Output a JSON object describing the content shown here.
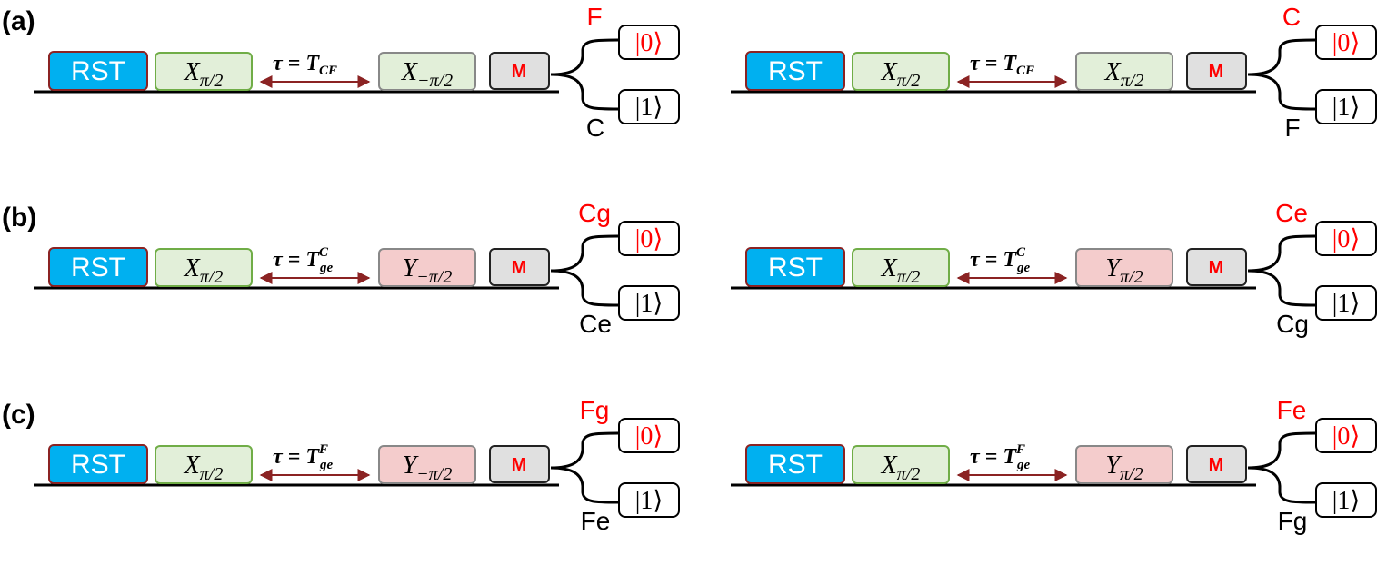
{
  "panels": [
    {
      "label": "(a)",
      "circuits": [
        {
          "rst": "RST",
          "first_gate": {
            "base": "X",
            "sub": "π/2"
          },
          "tau": {
            "base": "τ = T",
            "sub": "CF",
            "sup": ""
          },
          "second_gate": {
            "base": "X",
            "sub": "−π/2",
            "kind": "X"
          },
          "measure": "M",
          "ket0": "|0⟩",
          "ket1": "|1⟩",
          "top_out": "F",
          "bottom_out": "C"
        },
        {
          "rst": "RST",
          "first_gate": {
            "base": "X",
            "sub": "π/2"
          },
          "tau": {
            "base": "τ = T",
            "sub": "CF",
            "sup": ""
          },
          "second_gate": {
            "base": "X",
            "sub": "π/2",
            "kind": "X"
          },
          "measure": "M",
          "ket0": "|0⟩",
          "ket1": "|1⟩",
          "top_out": "C",
          "bottom_out": "F"
        }
      ]
    },
    {
      "label": "(b)",
      "circuits": [
        {
          "rst": "RST",
          "first_gate": {
            "base": "X",
            "sub": "π/2"
          },
          "tau": {
            "base": "τ = T",
            "sub": "ge",
            "sup": "C"
          },
          "second_gate": {
            "base": "Y",
            "sub": "−π/2",
            "kind": "Y"
          },
          "measure": "M",
          "ket0": "|0⟩",
          "ket1": "|1⟩",
          "top_out": "Cg",
          "bottom_out": "Ce"
        },
        {
          "rst": "RST",
          "first_gate": {
            "base": "X",
            "sub": "π/2"
          },
          "tau": {
            "base": "τ = T",
            "sub": "ge",
            "sup": "C"
          },
          "second_gate": {
            "base": "Y",
            "sub": "π/2",
            "kind": "Y"
          },
          "measure": "M",
          "ket0": "|0⟩",
          "ket1": "|1⟩",
          "top_out": "Ce",
          "bottom_out": "Cg"
        }
      ]
    },
    {
      "label": "(c)",
      "circuits": [
        {
          "rst": "RST",
          "first_gate": {
            "base": "X",
            "sub": "π/2"
          },
          "tau": {
            "base": "τ = T",
            "sub": "ge",
            "sup": "F"
          },
          "second_gate": {
            "base": "Y",
            "sub": "−π/2",
            "kind": "Y"
          },
          "measure": "M",
          "ket0": "|0⟩",
          "ket1": "|1⟩",
          "top_out": "Fg",
          "bottom_out": "Fe"
        },
        {
          "rst": "RST",
          "first_gate": {
            "base": "X",
            "sub": "π/2"
          },
          "tau": {
            "base": "τ = T",
            "sub": "ge",
            "sup": "F"
          },
          "second_gate": {
            "base": "Y",
            "sub": "π/2",
            "kind": "Y"
          },
          "measure": "M",
          "ket0": "|0⟩",
          "ket1": "|1⟩",
          "top_out": "Fe",
          "bottom_out": "Fg"
        }
      ]
    }
  ],
  "colors": {
    "rst_fill": "#00b0f0",
    "rst_stroke": "#8b2323",
    "x_gate_fill": "#e2efd9",
    "x_gate_stroke": "#70ad47",
    "y_gate_fill": "#f4cccc",
    "y_gate_stroke": "#888888",
    "measure_fill": "#e0e0e0",
    "measure_stroke": "#222222",
    "arrow": "#8b2323",
    "highlight": "#ff0000",
    "text": "#000000"
  }
}
